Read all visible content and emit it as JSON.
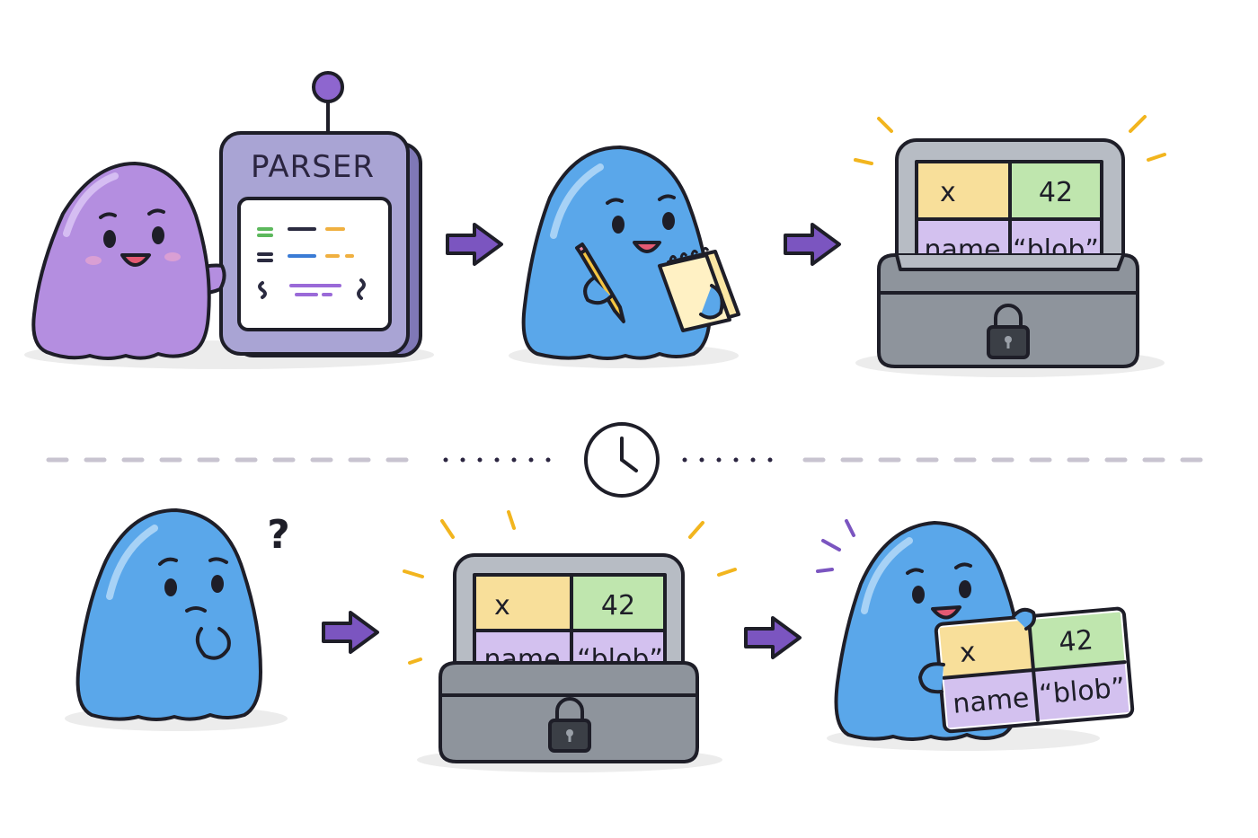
{
  "colors": {
    "purple_blob": "#b48ee0",
    "blue_blob": "#5aa7ea",
    "parser_box": "#a9a4d4",
    "arrow": "#7b55c0",
    "cell_yellow": "#f8df9a",
    "cell_green": "#bfe6ae",
    "cell_lavender": "#d3c1ef",
    "box_gray": "#9aa0a8",
    "spark": "#f2b51e"
  },
  "top_row": {
    "parser_label": "PARSER",
    "storage_table": {
      "row1": {
        "key": "x",
        "value": "42"
      },
      "row2": {
        "key": "name",
        "value": "“blob”"
      }
    }
  },
  "divider": {
    "icon": "clock-icon"
  },
  "bottom_row": {
    "thought": "?",
    "storage_table": {
      "row1": {
        "key": "x",
        "value": "42"
      },
      "row2": {
        "key": "name",
        "value": "“blob”"
      }
    },
    "held_table": {
      "row1": {
        "key": "x",
        "value": "42"
      },
      "row2": {
        "key": "name",
        "value": "“blob”"
      }
    }
  }
}
